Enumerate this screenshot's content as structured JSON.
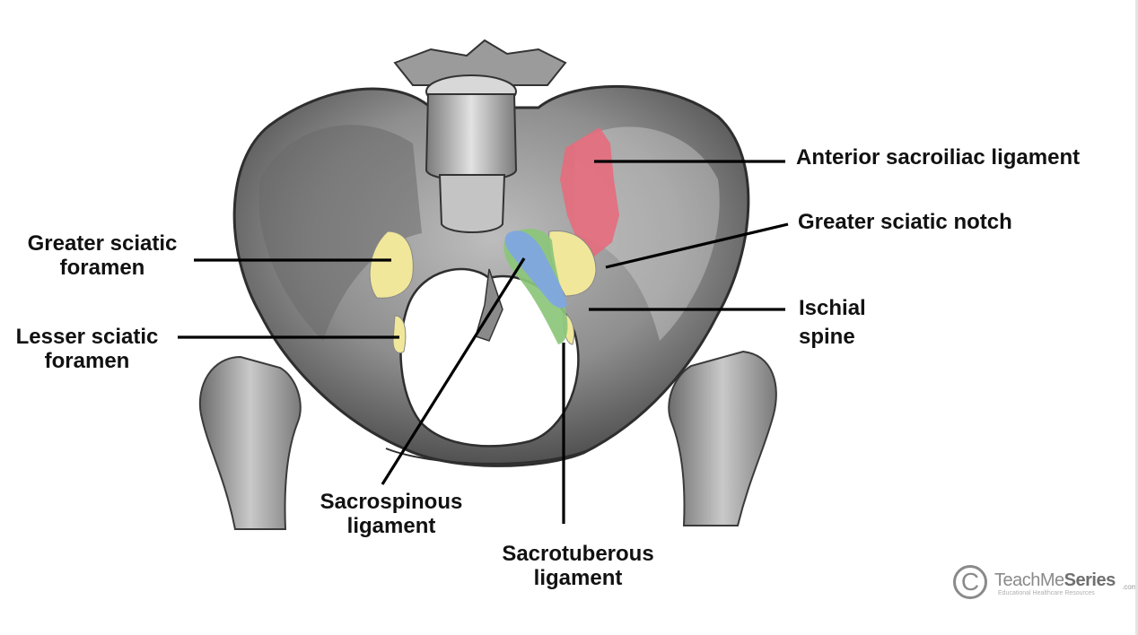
{
  "labels": {
    "anterior_sacroiliac": "Anterior sacroiliac ligament",
    "greater_sciatic_notch": "Greater sciatic notch",
    "ischial_spine_1": "Ischial",
    "ischial_spine_2": "spine",
    "greater_sciatic_foramen_1": "Greater sciatic",
    "greater_sciatic_foramen_2": "foramen",
    "lesser_sciatic_foramen_1": "Lesser sciatic",
    "lesser_sciatic_foramen_2": "foramen",
    "sacrospinous_1": "Sacrospinous",
    "sacrospinous_2": "ligament",
    "sacrotuberous_1": "Sacrotuberous",
    "sacrotuberous_2": "ligament"
  },
  "logo": {
    "symbol": "C",
    "word_light": "TeachMe",
    "word_bold": "Series",
    "suffix": ".com",
    "tagline": "Educational Healthcare Resources"
  },
  "colors": {
    "anterior_sacroiliac_ligament": "#e56b7c",
    "sciatic_foramina": "#f1e79a",
    "sacrospinous_ligament": "#7fa6e0",
    "sacrotuberous_ligament": "#8cc57b",
    "leader_lines": "#000000"
  }
}
